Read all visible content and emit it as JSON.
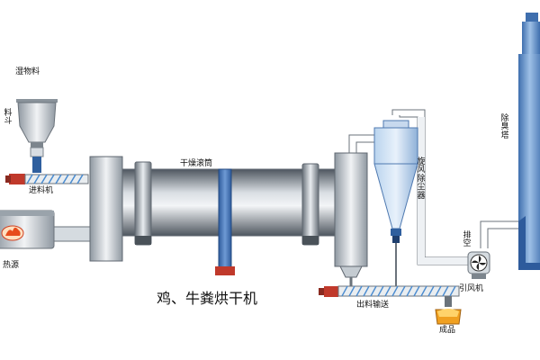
{
  "title": "鸡、牛粪烘干机",
  "labels": {
    "wet_material": "湿物料",
    "hopper": "料斗",
    "feeder": "进料机",
    "heat_source": "热源",
    "drying_drum": "干燥滚筒",
    "cyclone": "旋风除尘器",
    "discharge_conveyor": "出料输送",
    "exhaust_port": "排空",
    "induced_fan": "引风机",
    "product": "成品",
    "deodorizing_tower": "除臭塔"
  },
  "colors": {
    "steel_dark": "#5f6770",
    "steel_light": "#e4e8ec",
    "pipe_blue": "#3c6fb5",
    "duct_fill": "#eef1f4",
    "tower_blue": "#6b95c8",
    "hopper_red": "#c0392b",
    "flame_orange": "#f0a020"
  },
  "icons": {
    "heat": "flame-icon",
    "fan": "fan-icon"
  }
}
